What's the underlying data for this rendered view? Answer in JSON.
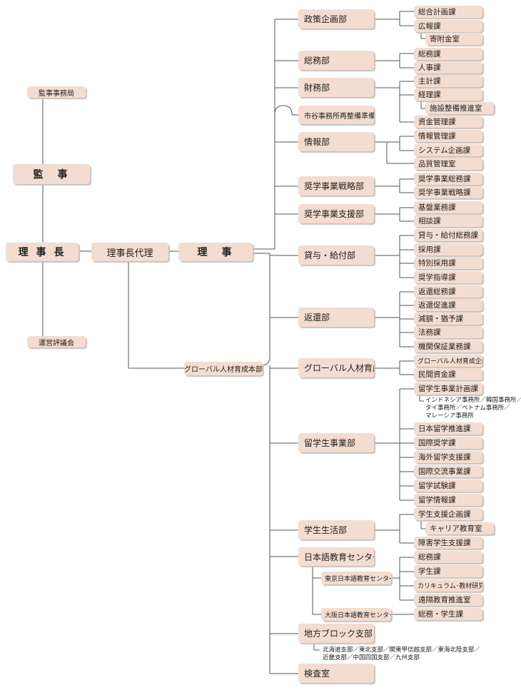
{
  "chart_data": {
    "type": "diagram",
    "nodes": {
      "audit_office": "監事事務局",
      "auditor": "監　事",
      "president": "理 事 長",
      "council": "運営評議会",
      "deputy": "理事長代理",
      "director": "理　事",
      "global_hq": "グローバル人材育成本部",
      "dept_policy": "政策企画部",
      "sec_general_planning": "総合計画課",
      "sec_pr": "広報課",
      "sec_donation": "寄附金室",
      "dept_general_affairs": "総務部",
      "sec_general_affairs": "総務課",
      "sec_personnel": "人事課",
      "dept_finance": "財務部",
      "sec_accounting": "主計課",
      "sec_expense": "経理課",
      "sec_facility": "施設整備推進室",
      "sec_funds": "資金管理課",
      "ichigaya": "市谷事務所再整備準備室",
      "dept_info": "情報部",
      "sec_info_mgmt": "情報管理課",
      "sec_system": "システム企画課",
      "sec_quality": "品質管理室",
      "dept_scholar_strategy": "奨学事業戦略部",
      "sec_scholar_general": "奨学事業総務課",
      "sec_scholar_strategy": "奨学事業戦略課",
      "dept_scholar_support": "奨学事業支援部",
      "sec_base": "基盤業務課",
      "sec_consult": "相談課",
      "dept_loan": "貸与・給付部",
      "sec_loan_general": "貸与・給付総務課",
      "sec_adoption": "採用課",
      "sec_special": "特別採用課",
      "sec_guidance": "奨学指導課",
      "dept_repay": "返還部",
      "sec_repay_general": "返還総務課",
      "sec_repay_promo": "返還促進課",
      "sec_reduction": "減額・猶予課",
      "sec_legal": "法務課",
      "sec_guarantee": "機関保証業務課",
      "dept_global": "グローバル人材育成部",
      "sec_global_plan": "グローバル人材育成企画課",
      "sec_private_funds": "民間資金課",
      "dept_intl_students": "留学生事業部",
      "sec_intl_plan": "留学生事業計画課",
      "note_overseas": [
        "インドネシア事務所／韓国事務所／",
        "タイ事務所／ベトナム事務所／",
        "マレーシア事務所"
      ],
      "sec_study_japan": "日本留学推進課",
      "sec_intl_scholar": "国際奨学課",
      "sec_abroad": "海外留学支援課",
      "sec_exchange": "国際交流事業課",
      "sec_exam": "留学試験課",
      "sec_study_info": "留学情報課",
      "dept_student_life": "学生生活部",
      "sec_support_plan": "学生支援企画課",
      "sec_career": "キャリア教育室",
      "sec_disabled": "障害学生支援課",
      "dept_jle": "日本語教育センター",
      "sub_tokyo_jle": "東京日本語教育センター",
      "sec_tokyo_general": "総務課",
      "sec_student": "学生課",
      "sec_curriculum": "カリキュラム･教材研究開発室",
      "sec_remote": "遠隔教育推進室",
      "sub_osaka_jle": "大阪日本語教育センター",
      "sec_osaka_general": "総務・学生課",
      "dept_block": "地方ブロック支部",
      "note_branches": [
        "北海道支部／東北支部／関東甲信越支部／東海北陸支部／",
        "近畿支部／中国四国支部／九州支部"
      ],
      "dept_inspection": "検査室"
    }
  }
}
